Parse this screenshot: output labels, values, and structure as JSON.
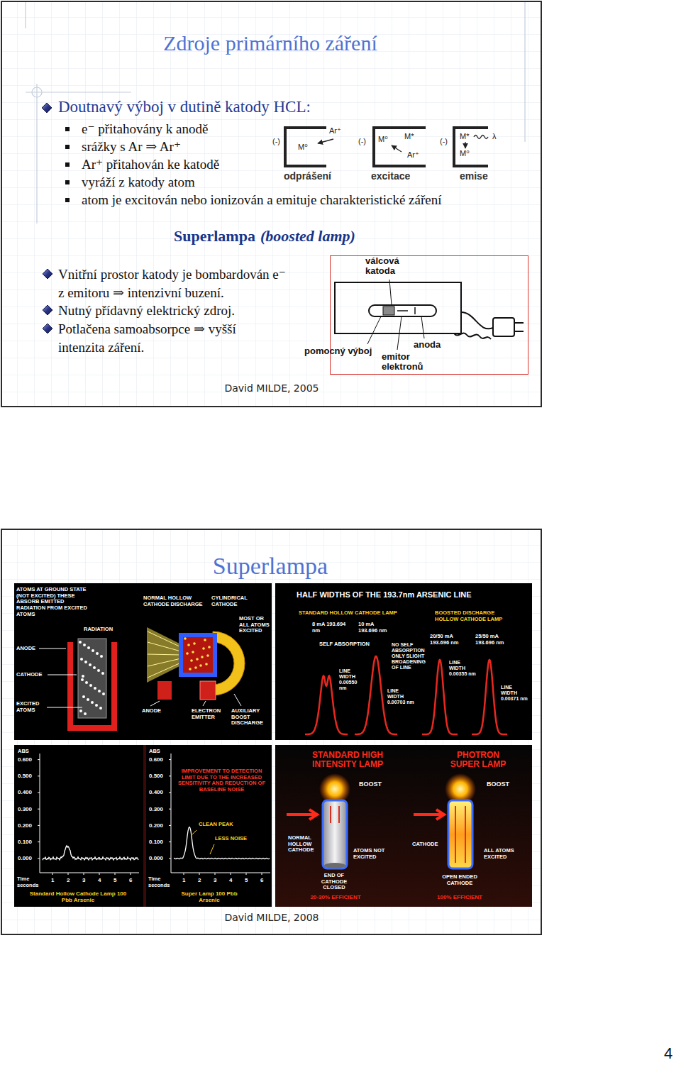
{
  "diagram": {
    "nodes": [
      {
        "text": [
          "Zdroje primárního záření",
          "David MILDE, 2005"
        ]
      },
      {
        "text": [
          "válcová katoda",
          "pomocný výboj",
          "emitor elektronů",
          "anoda"
        ],
        "in": 0
      },
      {
        "text": [
          "Superlampa",
          "David MILDE, 2008"
        ]
      },
      {
        "text": [
          "ATOMS AT GROUND STATE (NOT EXCITED) THESE ABSORB EMITTED RADIATION FROM EXCITED ATOMS",
          "RADIATION",
          "ANODE",
          "CATHODE",
          "EXCITED ATOMS",
          "NORMAL HOLLOW CATHODE DISCHARGE",
          "CYLINDRICAL CATHODE",
          "MOST OR ALL ATOMS EXCITED",
          "ANODE",
          "ELECTRON EMITTER",
          "AUXILIARY BOOST DISCHARGE"
        ],
        "in": 2
      },
      {
        "text": [
          "HALF WIDTHS OF THE 193.7nm ARSENIC LINE",
          "STANDARD HOLLOW CATHODE LAMP",
          "BOOSTED DISCHARGE HOLLOW CATHODE LAMP",
          "8 mA 193.694 nm",
          "10 mA 193.696 nm",
          "SELF ABSORPTION",
          "LINE WIDTH 0.00550 nm",
          "LINE WIDTH 0.00703 nm",
          "20/50 mA 193.696 nm",
          "25/50 mA 193.696 nm",
          "LINE WIDTH 0.00355 nm",
          "NO SELF ABSORPTION ONLY SLIGHT BROADENING OF LINE",
          "LINE WIDTH 0.00371 nm"
        ],
        "in": 2
      },
      {
        "text": [
          "ABS",
          "0.600",
          "0.500",
          "0.400",
          "0.300",
          "0.200",
          "0.100",
          "0.000",
          "Time seconds",
          "1",
          "2",
          "3",
          "4",
          "5",
          "6",
          "Standard Hollow Cathode Lamp 100 Pbb Arsenic",
          "ABS",
          "0.600",
          "0.500",
          "0.400",
          "0.300",
          "0.200",
          "0.100",
          "0.000",
          "IMPROVEMENT TO DETECTION LIMIT DUE TO THE INCREASED SENSITIVITY AND REDUCTION OF BASELINE NOISE",
          "CLEAN PEAK",
          "LESS NOISE",
          "Time seconds",
          "1",
          "2",
          "3",
          "4",
          "5",
          "6",
          "Super Lamp 100 Pbb Arsenic"
        ],
        "in": 2
      },
      {
        "text": [
          "STANDARD HIGH INTENSITY LAMP",
          "PHOTRON SUPER LAMP",
          "BOOST",
          "BOOST",
          "NORMAL HOLLOW CATHODE",
          "ATOMS NOT EXCITED",
          "END OF CATHODE CLOSED",
          "20-30% EFFICIENT",
          "CATHODE",
          "ALL ATOMS EXCITED",
          "OPEN ENDED CATHODE",
          "100% EFFICIENT"
        ],
        "in": 2
      }
    ],
    "labels": [
      "Doutnavý výboj v dutině katody HCL:",
      "e⁻ přitahovány k anodě",
      "srážky s Ar ⇒ Ar⁺",
      "Ar⁺ přitahován ke katodě",
      "vyráží z katody atom",
      "atom je excitován nebo ionizován a emituje charakteristické záření",
      "(-)",
      "Ar⁺",
      "M⁰",
      "odprášení",
      "(-)",
      "M⁰",
      "M*",
      "Ar⁺",
      "excitace",
      "(-)",
      "M*",
      "M⁰",
      "λ",
      "emise",
      "Superlampa",
      "(boosted lamp)",
      "Vnitřní prostor katody je bombardován e⁻ z emitoru ⇒ intenzivní buzení.",
      "Nutný přídavný elektrický zdroj.",
      "Potlačena samoabsorpce ⇒ vyšší intenzita záření.",
      "4"
    ]
  }
}
